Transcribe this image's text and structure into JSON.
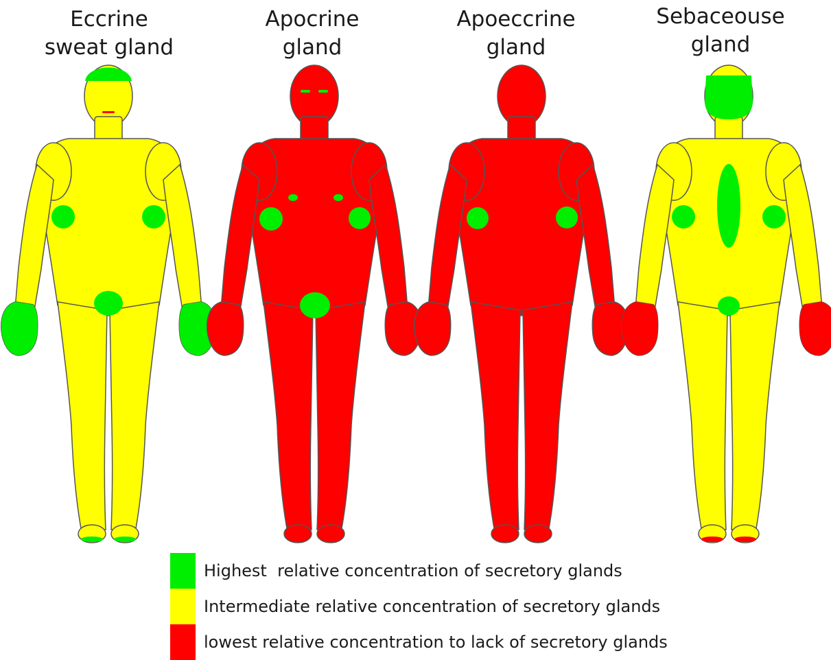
{
  "colors": {
    "highest": "#00ee00",
    "intermediate": "#ffff00",
    "lowest": "#ff0000",
    "outline": "#555555"
  },
  "figures": [
    {
      "id": "eccrine",
      "title_lines": [
        "Eccrine",
        "sweat gland"
      ],
      "base_level": "intermediate",
      "regions": {
        "scalp": "highest",
        "mouth": "lowest",
        "axillae": "highest",
        "groin": "highest",
        "hands": "highest",
        "soles": "highest",
        "eyebrows": null,
        "nipples": null,
        "back": null
      }
    },
    {
      "id": "apocrine",
      "title_lines": [
        "Apocrine",
        "gland"
      ],
      "base_level": "lowest",
      "regions": {
        "scalp": null,
        "mouth": null,
        "axillae": "highest",
        "groin": "highest",
        "hands": "lowest",
        "soles": null,
        "eyebrows": "highest",
        "nipples": "highest",
        "back": null
      }
    },
    {
      "id": "apoeccrine",
      "title_lines": [
        "Apoeccrine",
        "gland"
      ],
      "base_level": "lowest",
      "regions": {
        "scalp": null,
        "mouth": null,
        "axillae": "highest",
        "groin": null,
        "hands": "lowest",
        "soles": null,
        "eyebrows": null,
        "nipples": null,
        "back": null
      }
    },
    {
      "id": "sebaceous",
      "title_lines": [
        "Sebaceouse",
        "gland"
      ],
      "base_level": "intermediate",
      "regions": {
        "scalp": "highest",
        "mouth": null,
        "axillae": "highest",
        "groin": "highest",
        "hands": "lowest",
        "soles": "lowest",
        "eyebrows": null,
        "nipples": null,
        "back": "highest"
      }
    }
  ],
  "legend": [
    {
      "level": "highest",
      "label": "Highest  relative concentration of secretory glands"
    },
    {
      "level": "intermediate",
      "label": "Intermediate relative concentration of secretory glands"
    },
    {
      "level": "lowest",
      "label": "lowest relative concentration to lack of secretory glands"
    }
  ]
}
